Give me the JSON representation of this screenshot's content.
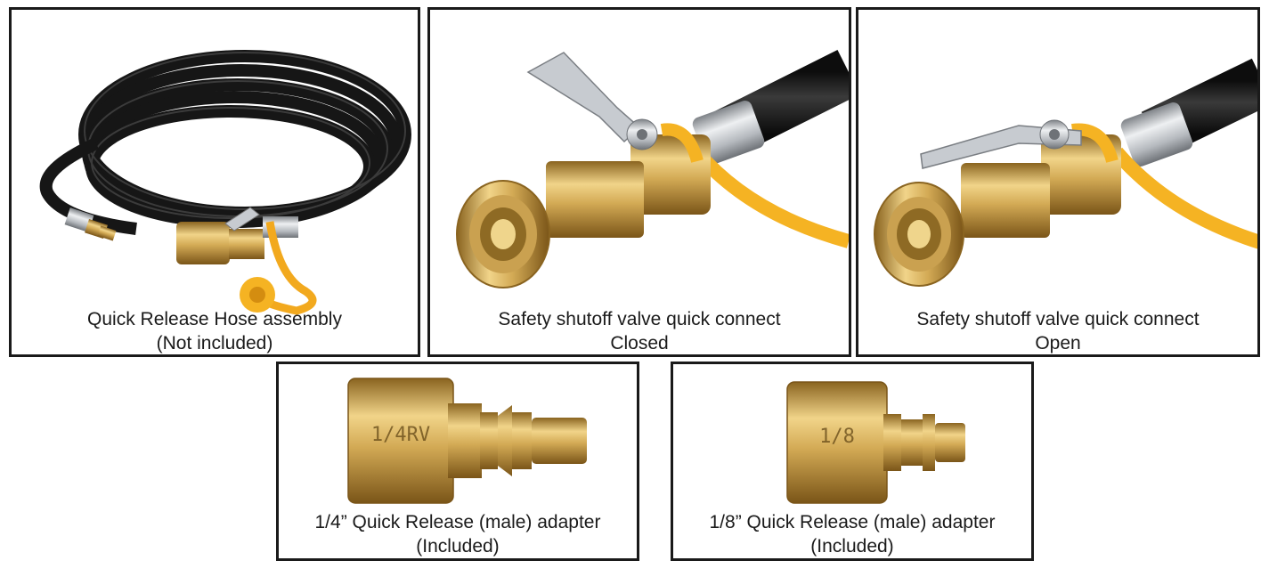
{
  "panels": [
    {
      "line1": "Quick Release Hose assembly",
      "line2": "(Not included)"
    },
    {
      "line1": "Safety shutoff valve quick connect",
      "line2": "Closed"
    },
    {
      "line1": "Safety shutoff valve quick connect",
      "line2": "Open"
    },
    {
      "line1": "1/4”  Quick Release (male) adapter",
      "line2": "(Included)",
      "marking": "1/4RV"
    },
    {
      "line1": "1/8”  Quick Release (male) adapter",
      "line2": "(Included)",
      "marking": "1/8"
    }
  ],
  "colors": {
    "border": "#1a1a1a",
    "brass": "#c9a24a",
    "hose": "#1c1c1c",
    "cap": "#f5b323"
  }
}
